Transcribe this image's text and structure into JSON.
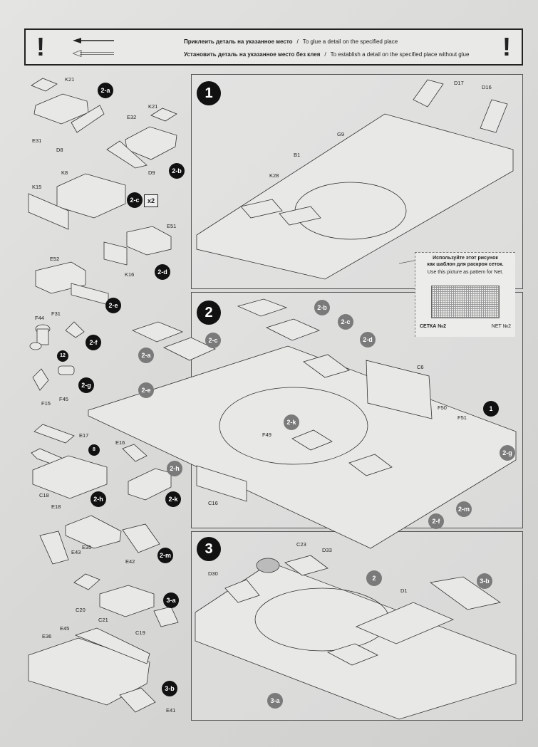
{
  "legend": {
    "glue_ru": "Приклеить деталь на указанное место",
    "glue_en": "To glue a detail on the specified place",
    "noglue_ru": "Установить деталь на указанное место без клея",
    "noglue_en": "To establish a detail on the specified place without glue",
    "separator": "/",
    "warning_mark": "!"
  },
  "steps": [
    {
      "number": "1"
    },
    {
      "number": "2"
    },
    {
      "number": "3"
    }
  ],
  "substeps": {
    "s2a": "2-a",
    "s2b": "2-b",
    "s2c": "2-c",
    "s2d": "2-d",
    "s2e": "2-e",
    "s2f": "2-f",
    "s2g": "2-g",
    "s2h": "2-h",
    "s2k": "2-k",
    "s2m": "2-m",
    "s3a": "3-a",
    "s3b": "3-b",
    "s12": "12",
    "s8": "8"
  },
  "multiplier": "x2",
  "parts_left": {
    "K21a": "K21",
    "E31": "E31",
    "D8": "D8",
    "E32": "E32",
    "K21b": "K21",
    "D9": "D9",
    "K8": "K8",
    "K15": "K15",
    "E51": "E51",
    "E52": "E52",
    "K16": "K16",
    "F44": "F44",
    "F31": "F31",
    "F45": "F45",
    "F15": "F15",
    "E17": "E17",
    "C18": "C18",
    "E18": "E18",
    "E16": "E16",
    "E35": "E35",
    "E43": "E43",
    "E42": "E42",
    "C20": "C20",
    "C21": "C21",
    "C19": "C19",
    "E45": "E45",
    "E36": "E36",
    "E41": "E41"
  },
  "parts_step1": {
    "D17": "D17",
    "D16": "D16",
    "G9": "G9",
    "B1": "B1",
    "K28": "K28"
  },
  "parts_step2": {
    "C6": "C6",
    "F50": "F50",
    "F51": "F51",
    "F49": "F49",
    "C16": "C16"
  },
  "parts_step3": {
    "C23": "C23",
    "D33": "D33",
    "D30": "D30",
    "D1": "D1"
  },
  "net_note": {
    "line1_ru": "Используйте этот рисунок",
    "line2_ru": "как шаблон для раскроя сеток.",
    "line_en": "Use this picture as pattern for Net.",
    "label_ru": "СЕТКА №2",
    "label_en": "NET №2"
  }
}
